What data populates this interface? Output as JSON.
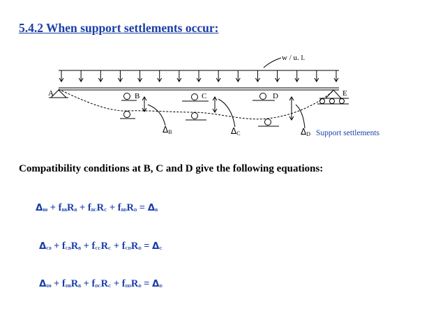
{
  "heading": "5.4.2 When support settlements occur:",
  "diagram": {
    "load_label": "w / u. l.",
    "support_labels": {
      "A": "A",
      "B": "B",
      "C": "C",
      "D": "D",
      "E": "E"
    },
    "delta_glyph": "Δ",
    "settlement_labels": {
      "B": "B",
      "C": "C",
      "D": "D"
    },
    "caption": "Support settlements"
  },
  "statement": "Compatibility conditions at B, C and D give the following equations:",
  "equations": [
    {
      "d0": "B0",
      "r1": "BB",
      "r2": "BC",
      "r3": "BD",
      "rhs": "B",
      "R1": "R",
      "R1s": "B",
      "R2": "R",
      "R2s": "C",
      "R3": "R",
      "R3s": "D"
    },
    {
      "d0": "C0",
      "r1": "CB",
      "r2": "CC",
      "r3": "CD",
      "rhs": "C",
      "R1": "R",
      "R1s": "B",
      "R2": "R",
      "R2s": "C",
      "R3": "R",
      "R3s": "D"
    },
    {
      "d0": "D0",
      "r1": "DB",
      "r2": "DC",
      "r3": "DD",
      "rhs": "D",
      "R1": "R",
      "R1s": "B",
      "R2": "R",
      "R2s": "C",
      "R3": "R",
      "R3s": "D"
    }
  ],
  "symbols": {
    "plus": "+",
    "equals": "=",
    "f": "f",
    "delta": "Δ"
  },
  "colors": {
    "heading": "#1a3ea8",
    "equations": "#1a3ea8",
    "caption": "#1a3ea8",
    "text": "#000000"
  }
}
